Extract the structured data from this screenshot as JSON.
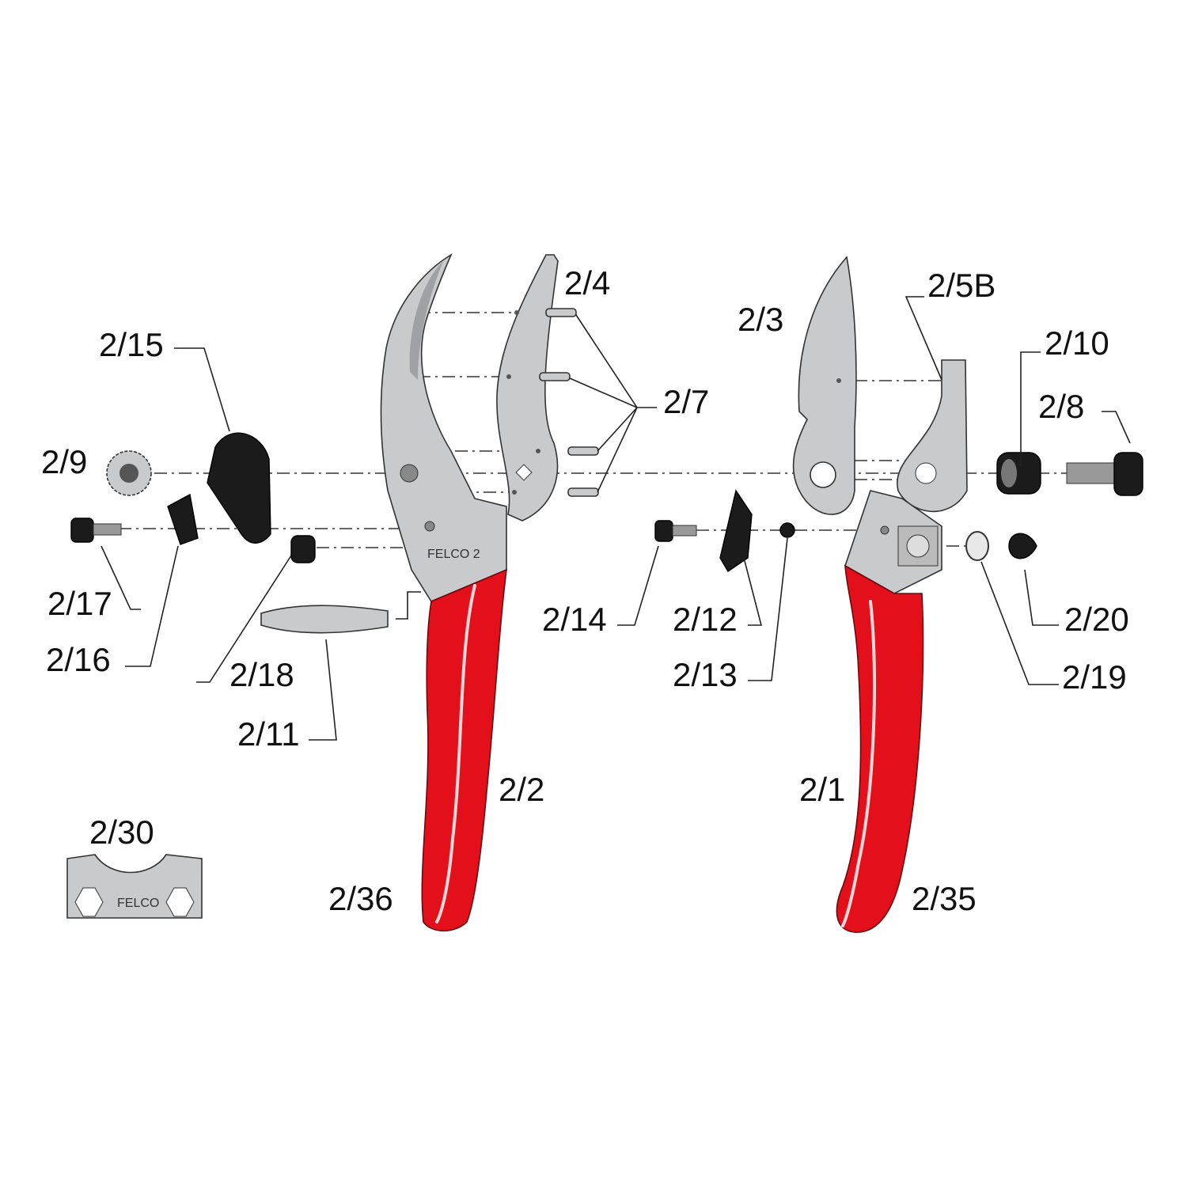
{
  "title": "FELCO 2 exploded parts diagram",
  "brand_marks": {
    "handle_logo": "FELCO 2",
    "wrench_logo": "FELCO"
  },
  "colors": {
    "handle_red": "#e3101c",
    "metal": "#c9cacc",
    "dark_part": "#1b1b1b"
  },
  "labels": {
    "p2_4": "2/4",
    "p2_5b": "2/5B",
    "p2_3": "2/3",
    "p2_15": "2/15",
    "p2_10": "2/10",
    "p2_7": "2/7",
    "p2_8": "2/8",
    "p2_9": "2/9",
    "p2_17": "2/17",
    "p2_16": "2/16",
    "p2_14": "2/14",
    "p2_12": "2/12",
    "p2_20": "2/20",
    "p2_18": "2/18",
    "p2_13": "2/13",
    "p2_19": "2/19",
    "p2_11": "2/11",
    "p2_2": "2/2",
    "p2_1": "2/1",
    "p2_30": "2/30",
    "p2_36": "2/36",
    "p2_35": "2/35"
  }
}
